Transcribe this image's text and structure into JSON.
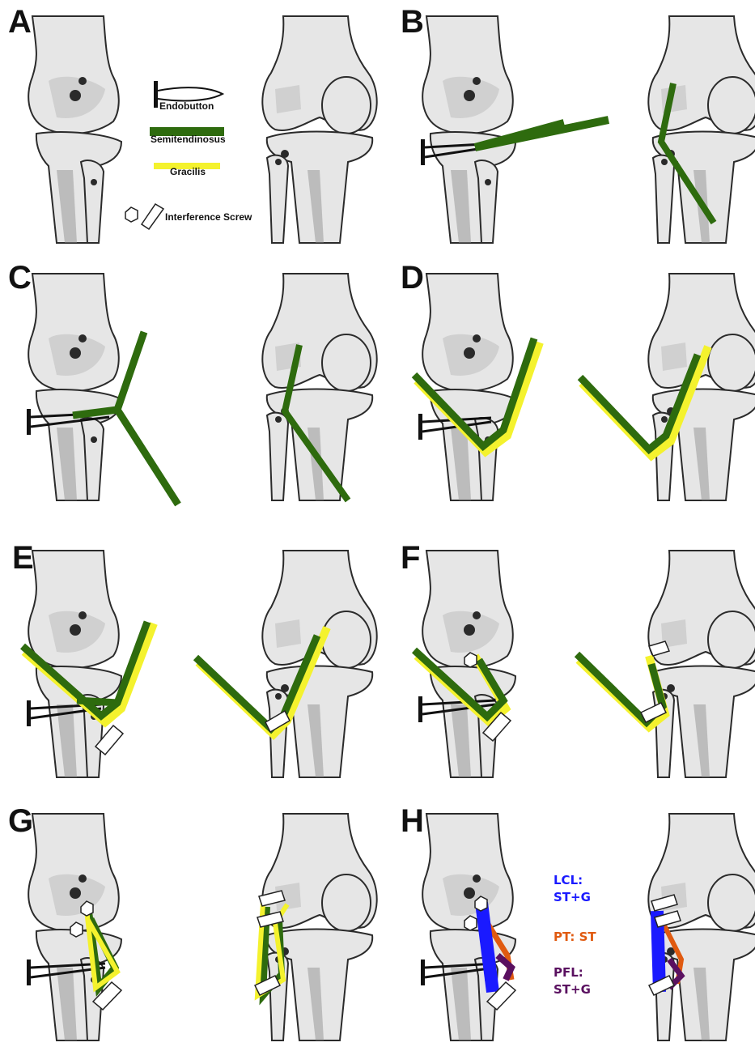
{
  "panels": [
    {
      "letter": "A"
    },
    {
      "letter": "B"
    },
    {
      "letter": "C"
    },
    {
      "letter": "D"
    },
    {
      "letter": "E"
    },
    {
      "letter": "F"
    },
    {
      "letter": "G"
    },
    {
      "letter": "H"
    }
  ],
  "legend": {
    "endobutton": "Endobutton",
    "semitendinosus": "Semitendinosus",
    "gracilis": "Gracilis",
    "interference_screw": "Interference Screw"
  },
  "key": {
    "lcl_title": "LCL:",
    "lcl_value": "ST+G",
    "pt": "PT: ST",
    "pfl_title": "PFL:",
    "pfl_value": "ST+G"
  },
  "colors": {
    "semitendinosus": "#2e6b0e",
    "gracilis": "#f4f22e",
    "lcl": "#1a1aff",
    "pt": "#e05a10",
    "pfl": "#5a1060"
  }
}
